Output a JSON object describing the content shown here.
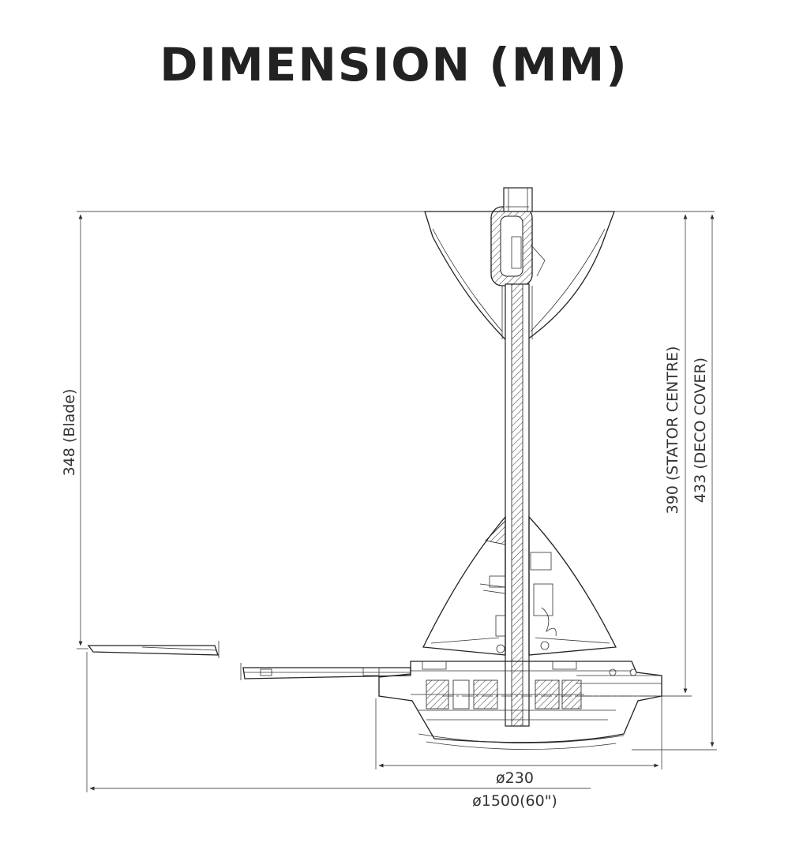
{
  "title": "DIMENSION (MM)",
  "dimensions": {
    "blade_height": "348 (Blade)",
    "stator_centre": "390 (STATOR CENTRE)",
    "deco_cover": "433 (DECO COVER)",
    "motor_diameter": "ø230",
    "sweep_diameter": "ø1500(60\")"
  },
  "colors": {
    "title": "#222222",
    "line": "#222222"
  }
}
